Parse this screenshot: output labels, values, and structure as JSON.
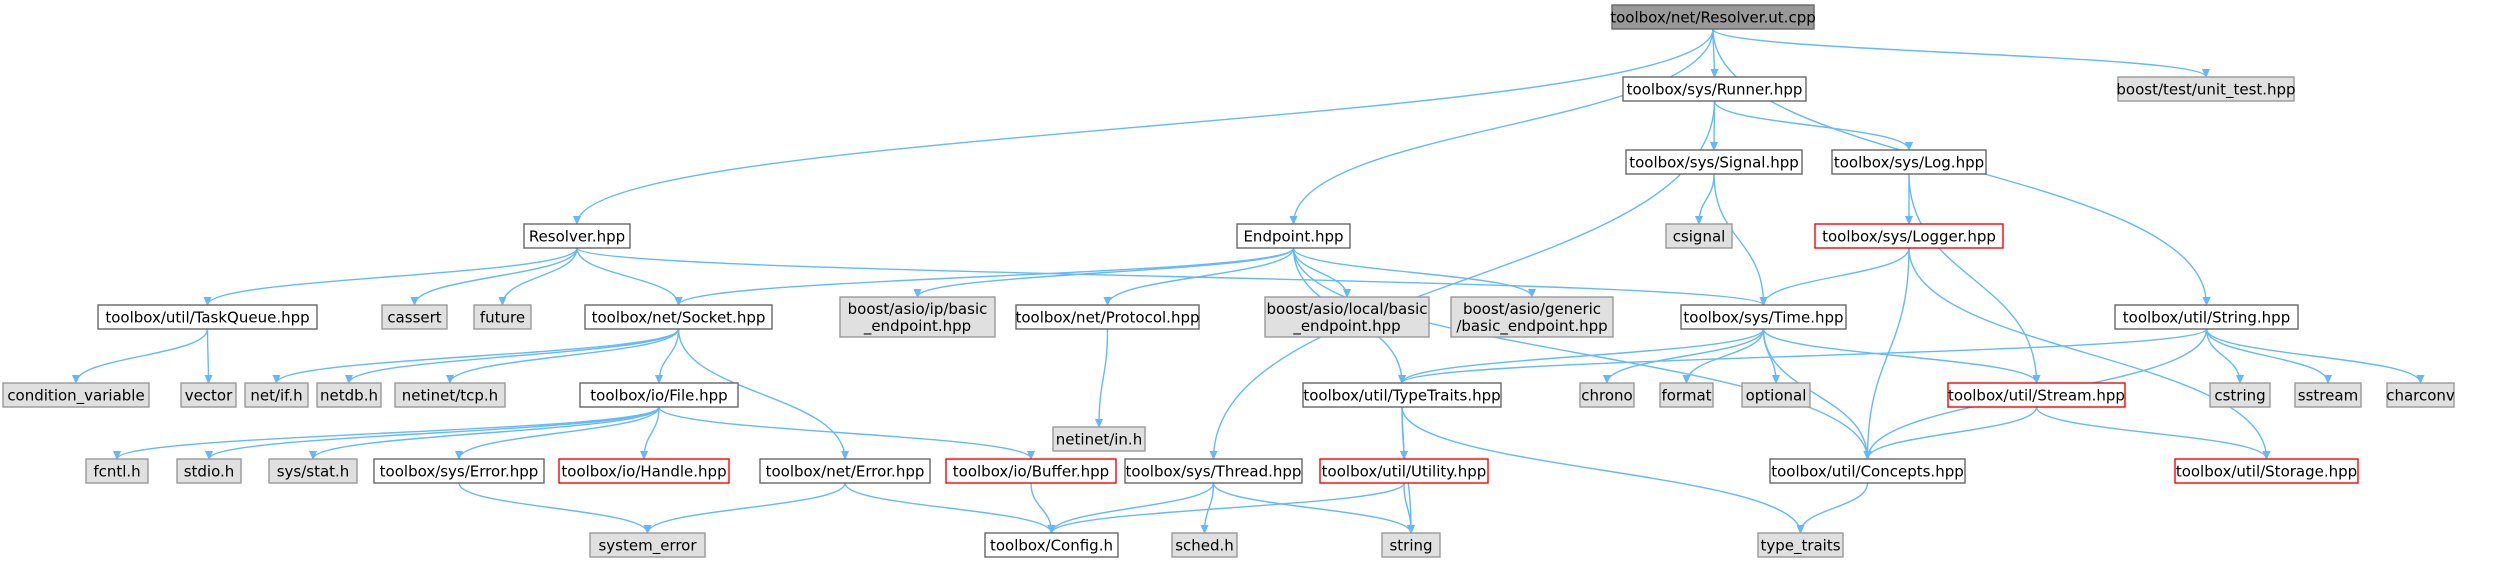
{
  "diagram": {
    "kind": "include-dependency-graph",
    "colors": {
      "root_fill": "#999999",
      "root_stroke": "#666666",
      "local_fill": "#ffffff",
      "local_stroke": "#666666",
      "external_fill": "#e0e0e0",
      "external_stroke": "#999999",
      "truncated_fill": "#ffffff",
      "truncated_stroke": "#ff0000",
      "edge": "#63b8ff"
    },
    "nodes": [
      {
        "id": "root",
        "label": "toolbox/net/Resolver.ut.cpp",
        "style": "root"
      },
      {
        "id": "runner",
        "label": "toolbox/sys/Runner.hpp",
        "style": "local"
      },
      {
        "id": "unit_test",
        "label": "boost/test/unit_test.hpp",
        "style": "external"
      },
      {
        "id": "signal",
        "label": "toolbox/sys/Signal.hpp",
        "style": "local"
      },
      {
        "id": "log",
        "label": "toolbox/sys/Log.hpp",
        "style": "local"
      },
      {
        "id": "resolver",
        "label": "Resolver.hpp",
        "style": "local"
      },
      {
        "id": "endpoint",
        "label": "Endpoint.hpp",
        "style": "local"
      },
      {
        "id": "logger",
        "label": "toolbox/sys/Logger.hpp",
        "style": "truncated"
      },
      {
        "id": "csignal",
        "label": "csignal",
        "style": "external"
      },
      {
        "id": "taskqueue",
        "label": "toolbox/util/TaskQueue.hpp",
        "style": "local"
      },
      {
        "id": "cassert",
        "label": "cassert",
        "style": "external"
      },
      {
        "id": "future",
        "label": "future",
        "style": "external"
      },
      {
        "id": "socket",
        "label": "toolbox/net/Socket.hpp",
        "style": "local"
      },
      {
        "id": "ip_basic_endpoint",
        "label": [
          "boost/asio/ip/basic",
          "_endpoint.hpp"
        ],
        "style": "external"
      },
      {
        "id": "protocol",
        "label": "toolbox/net/Protocol.hpp",
        "style": "local"
      },
      {
        "id": "local_basic_endpoint",
        "label": [
          "boost/asio/local/basic",
          "_endpoint.hpp"
        ],
        "style": "external"
      },
      {
        "id": "generic_basic_endpoint",
        "label": [
          "boost/asio/generic",
          "/basic_endpoint.hpp"
        ],
        "style": "external"
      },
      {
        "id": "time",
        "label": "toolbox/sys/Time.hpp",
        "style": "local"
      },
      {
        "id": "string_hpp",
        "label": "toolbox/util/String.hpp",
        "style": "local"
      },
      {
        "id": "condition_variable",
        "label": "condition_variable",
        "style": "external"
      },
      {
        "id": "vector",
        "label": "vector",
        "style": "external"
      },
      {
        "id": "net_if",
        "label": "net/if.h",
        "style": "external"
      },
      {
        "id": "netdb",
        "label": "netdb.h",
        "style": "external"
      },
      {
        "id": "netinet_tcp",
        "label": "netinet/tcp.h",
        "style": "external"
      },
      {
        "id": "file",
        "label": "toolbox/io/File.hpp",
        "style": "local"
      },
      {
        "id": "netinet_in",
        "label": "netinet/in.h",
        "style": "external"
      },
      {
        "id": "typetraits",
        "label": "toolbox/util/TypeTraits.hpp",
        "style": "local"
      },
      {
        "id": "chrono",
        "label": "chrono",
        "style": "external"
      },
      {
        "id": "format",
        "label": "format",
        "style": "external"
      },
      {
        "id": "optional",
        "label": "optional",
        "style": "external"
      },
      {
        "id": "stream",
        "label": "toolbox/util/Stream.hpp",
        "style": "truncated"
      },
      {
        "id": "cstring",
        "label": "cstring",
        "style": "external"
      },
      {
        "id": "sstream",
        "label": "sstream",
        "style": "external"
      },
      {
        "id": "charconv",
        "label": "charconv",
        "style": "external"
      },
      {
        "id": "fcntl",
        "label": "fcntl.h",
        "style": "external"
      },
      {
        "id": "stdio",
        "label": "stdio.h",
        "style": "external"
      },
      {
        "id": "sys_stat",
        "label": "sys/stat.h",
        "style": "external"
      },
      {
        "id": "sys_error",
        "label": "toolbox/sys/Error.hpp",
        "style": "local"
      },
      {
        "id": "handle",
        "label": "toolbox/io/Handle.hpp",
        "style": "truncated"
      },
      {
        "id": "net_error",
        "label": "toolbox/net/Error.hpp",
        "style": "local"
      },
      {
        "id": "buffer",
        "label": "toolbox/io/Buffer.hpp",
        "style": "truncated"
      },
      {
        "id": "thread",
        "label": "toolbox/sys/Thread.hpp",
        "style": "local"
      },
      {
        "id": "utility",
        "label": "toolbox/util/Utility.hpp",
        "style": "truncated"
      },
      {
        "id": "concepts",
        "label": "toolbox/util/Concepts.hpp",
        "style": "local"
      },
      {
        "id": "storage",
        "label": "toolbox/util/Storage.hpp",
        "style": "truncated"
      },
      {
        "id": "system_error",
        "label": "system_error",
        "style": "external"
      },
      {
        "id": "config",
        "label": "toolbox/Config.h",
        "style": "local"
      },
      {
        "id": "sched",
        "label": "sched.h",
        "style": "external"
      },
      {
        "id": "string_std",
        "label": "string",
        "style": "external"
      },
      {
        "id": "type_traits",
        "label": "type_traits",
        "style": "external"
      }
    ],
    "edges": [
      [
        "root",
        "runner"
      ],
      [
        "root",
        "unit_test"
      ],
      [
        "root",
        "resolver"
      ],
      [
        "root",
        "endpoint"
      ],
      [
        "root",
        "string_hpp"
      ],
      [
        "runner",
        "signal"
      ],
      [
        "runner",
        "log"
      ],
      [
        "runner",
        "thread"
      ],
      [
        "signal",
        "csignal"
      ],
      [
        "signal",
        "time"
      ],
      [
        "log",
        "logger"
      ],
      [
        "log",
        "stream"
      ],
      [
        "logger",
        "time"
      ],
      [
        "logger",
        "concepts"
      ],
      [
        "logger",
        "storage"
      ],
      [
        "resolver",
        "taskqueue"
      ],
      [
        "resolver",
        "cassert"
      ],
      [
        "resolver",
        "future"
      ],
      [
        "resolver",
        "socket"
      ],
      [
        "resolver",
        "time"
      ],
      [
        "taskqueue",
        "condition_variable"
      ],
      [
        "taskqueue",
        "vector"
      ],
      [
        "endpoint",
        "socket"
      ],
      [
        "endpoint",
        "ip_basic_endpoint"
      ],
      [
        "endpoint",
        "protocol"
      ],
      [
        "endpoint",
        "local_basic_endpoint"
      ],
      [
        "endpoint",
        "generic_basic_endpoint"
      ],
      [
        "endpoint",
        "typetraits"
      ],
      [
        "endpoint",
        "concepts"
      ],
      [
        "socket",
        "net_if"
      ],
      [
        "socket",
        "netdb"
      ],
      [
        "socket",
        "netinet_tcp"
      ],
      [
        "socket",
        "file"
      ],
      [
        "socket",
        "net_error"
      ],
      [
        "protocol",
        "netinet_in"
      ],
      [
        "time",
        "typetraits"
      ],
      [
        "time",
        "chrono"
      ],
      [
        "time",
        "format"
      ],
      [
        "time",
        "optional"
      ],
      [
        "time",
        "stream"
      ],
      [
        "time",
        "concepts"
      ],
      [
        "string_hpp",
        "typetraits"
      ],
      [
        "string_hpp",
        "cstring"
      ],
      [
        "string_hpp",
        "sstream"
      ],
      [
        "string_hpp",
        "charconv"
      ],
      [
        "string_hpp",
        "concepts"
      ],
      [
        "file",
        "fcntl"
      ],
      [
        "file",
        "stdio"
      ],
      [
        "file",
        "sys_stat"
      ],
      [
        "file",
        "sys_error"
      ],
      [
        "file",
        "handle"
      ],
      [
        "file",
        "buffer"
      ],
      [
        "sys_error",
        "system_error"
      ],
      [
        "net_error",
        "system_error"
      ],
      [
        "net_error",
        "config"
      ],
      [
        "buffer",
        "config"
      ],
      [
        "thread",
        "config"
      ],
      [
        "thread",
        "sched"
      ],
      [
        "thread",
        "string_std"
      ],
      [
        "typetraits",
        "utility"
      ],
      [
        "typetraits",
        "string_std"
      ],
      [
        "typetraits",
        "type_traits"
      ],
      [
        "utility",
        "config"
      ],
      [
        "utility",
        "string_std"
      ],
      [
        "stream",
        "concepts"
      ],
      [
        "stream",
        "storage"
      ],
      [
        "concepts",
        "type_traits"
      ]
    ]
  }
}
